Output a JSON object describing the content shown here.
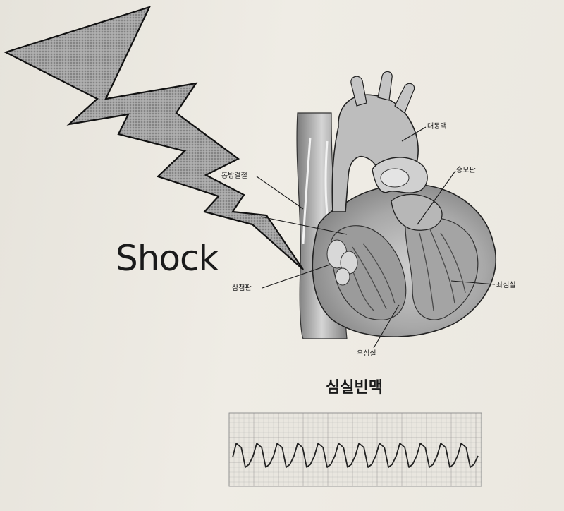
{
  "shock": {
    "label": "Shock"
  },
  "heart": {
    "labels": {
      "aorta": "대동맥",
      "sa_node": "동방결절",
      "av_node": "",
      "mitral_valve": "승모판",
      "tricuspid_valve": "삼첨판",
      "left_ventricle": "좌심실",
      "right_ventricle": "우심실"
    }
  },
  "ecg": {
    "title": "심실빈맥",
    "beat_count": 12,
    "grid_color": "#8a8a8a",
    "trace_color": "#222222"
  },
  "colors": {
    "paper": "#ece9e1",
    "bolt_fill": "#9a9a9a",
    "outline": "#111111"
  }
}
